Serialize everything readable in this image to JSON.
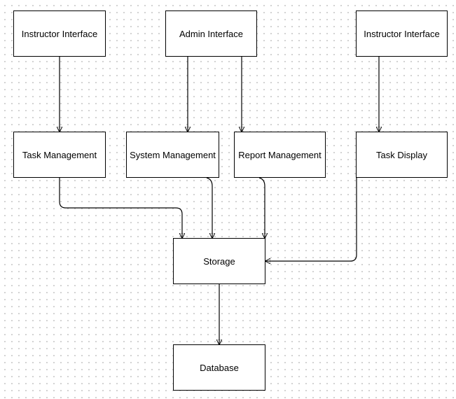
{
  "diagram": {
    "nodes": {
      "instructor_interface_1": "Instructor Interface",
      "admin_interface": "Admin Interface",
      "instructor_interface_2": "Instructor Interface",
      "task_management": "Task Management",
      "system_management": "System Management",
      "report_management": "Report Management",
      "task_display": "Task Display",
      "storage": "Storage",
      "database": "Database"
    },
    "edges": [
      {
        "from": "Instructor Interface",
        "to": "Task Management"
      },
      {
        "from": "Admin Interface",
        "to": "System Management"
      },
      {
        "from": "Admin Interface",
        "to": "Report Management"
      },
      {
        "from": "Instructor Interface",
        "to": "Task Display"
      },
      {
        "from": "Task Management",
        "to": "Storage"
      },
      {
        "from": "System Management",
        "to": "Storage"
      },
      {
        "from": "Report Management",
        "to": "Storage"
      },
      {
        "from": "Task Display",
        "to": "Storage"
      },
      {
        "from": "Storage",
        "to": "Database"
      }
    ],
    "colors": {
      "background": "#ffffff",
      "grid_dot": "#c9c9c9",
      "stroke": "#000000"
    }
  }
}
